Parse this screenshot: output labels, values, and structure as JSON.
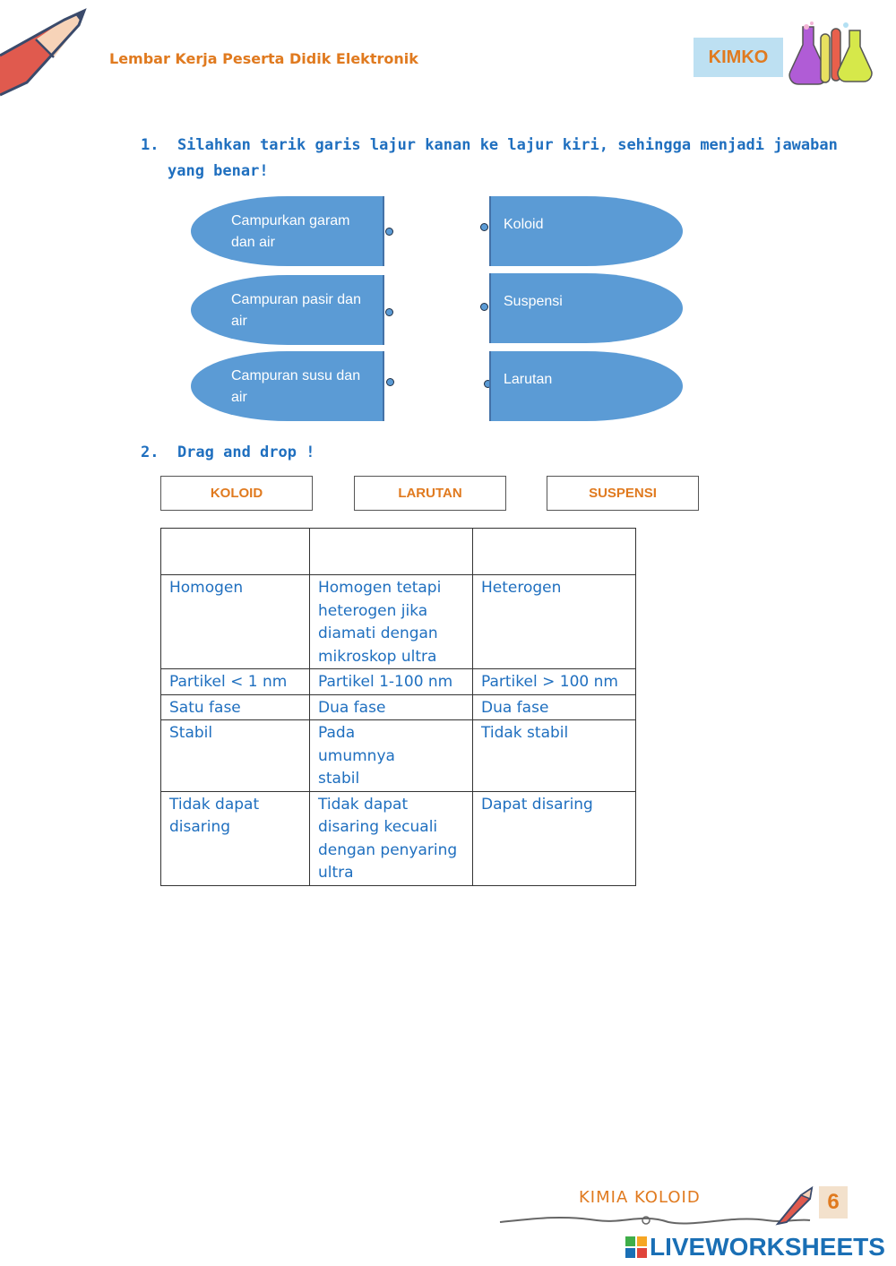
{
  "header": {
    "title": "Lembar Kerja Peserta Didik Elektronik",
    "badge": "KIMKO"
  },
  "question1": {
    "line1": "1.  Silahkan tarik garis lajur kanan ke lajur kiri, sehingga menjadi jawaban",
    "line2": "yang benar!",
    "left_items": [
      {
        "label": "Campurkan garam dan air"
      },
      {
        "label": "Campuran pasir dan air"
      },
      {
        "label": "Campuran susu dan air"
      }
    ],
    "right_items": [
      {
        "label": "Koloid"
      },
      {
        "label": "Suspensi"
      },
      {
        "label": "Larutan"
      }
    ]
  },
  "question2": {
    "title": "2.  Drag and drop !",
    "drag_items": [
      "KOLOID",
      "LARUTAN",
      "SUSPENSI"
    ],
    "table_rows": [
      [
        "",
        "",
        ""
      ],
      [
        "Homogen",
        "Homogen tetapi heterogen jika diamati dengan mikroskop ultra",
        "Heterogen"
      ],
      [
        "Partikel < 1 nm",
        "Partikel 1-100 nm",
        "Partikel > 100 nm"
      ],
      [
        "Satu fase",
        "Dua fase",
        "Dua fase"
      ],
      [
        "Stabil",
        "Pada umumnya stabil",
        "Tidak stabil"
      ],
      [
        "Tidak dapat disaring",
        "Tidak dapat disaring kecuali dengan penyaring ultra",
        "Dapat disaring"
      ]
    ]
  },
  "footer": {
    "label": "KIMIA KOLOID",
    "page_number": "6",
    "brand": "LIVEWORKSHEETS"
  },
  "colors": {
    "accent_orange": "#e07a1f",
    "text_blue": "#1f6fbf",
    "oval_blue": "#5b9bd5",
    "badge_bg": "#bde0f2"
  },
  "icons": [
    "pencil-icon",
    "lab-flasks-icon",
    "liveworksheets-logo-icon"
  ]
}
